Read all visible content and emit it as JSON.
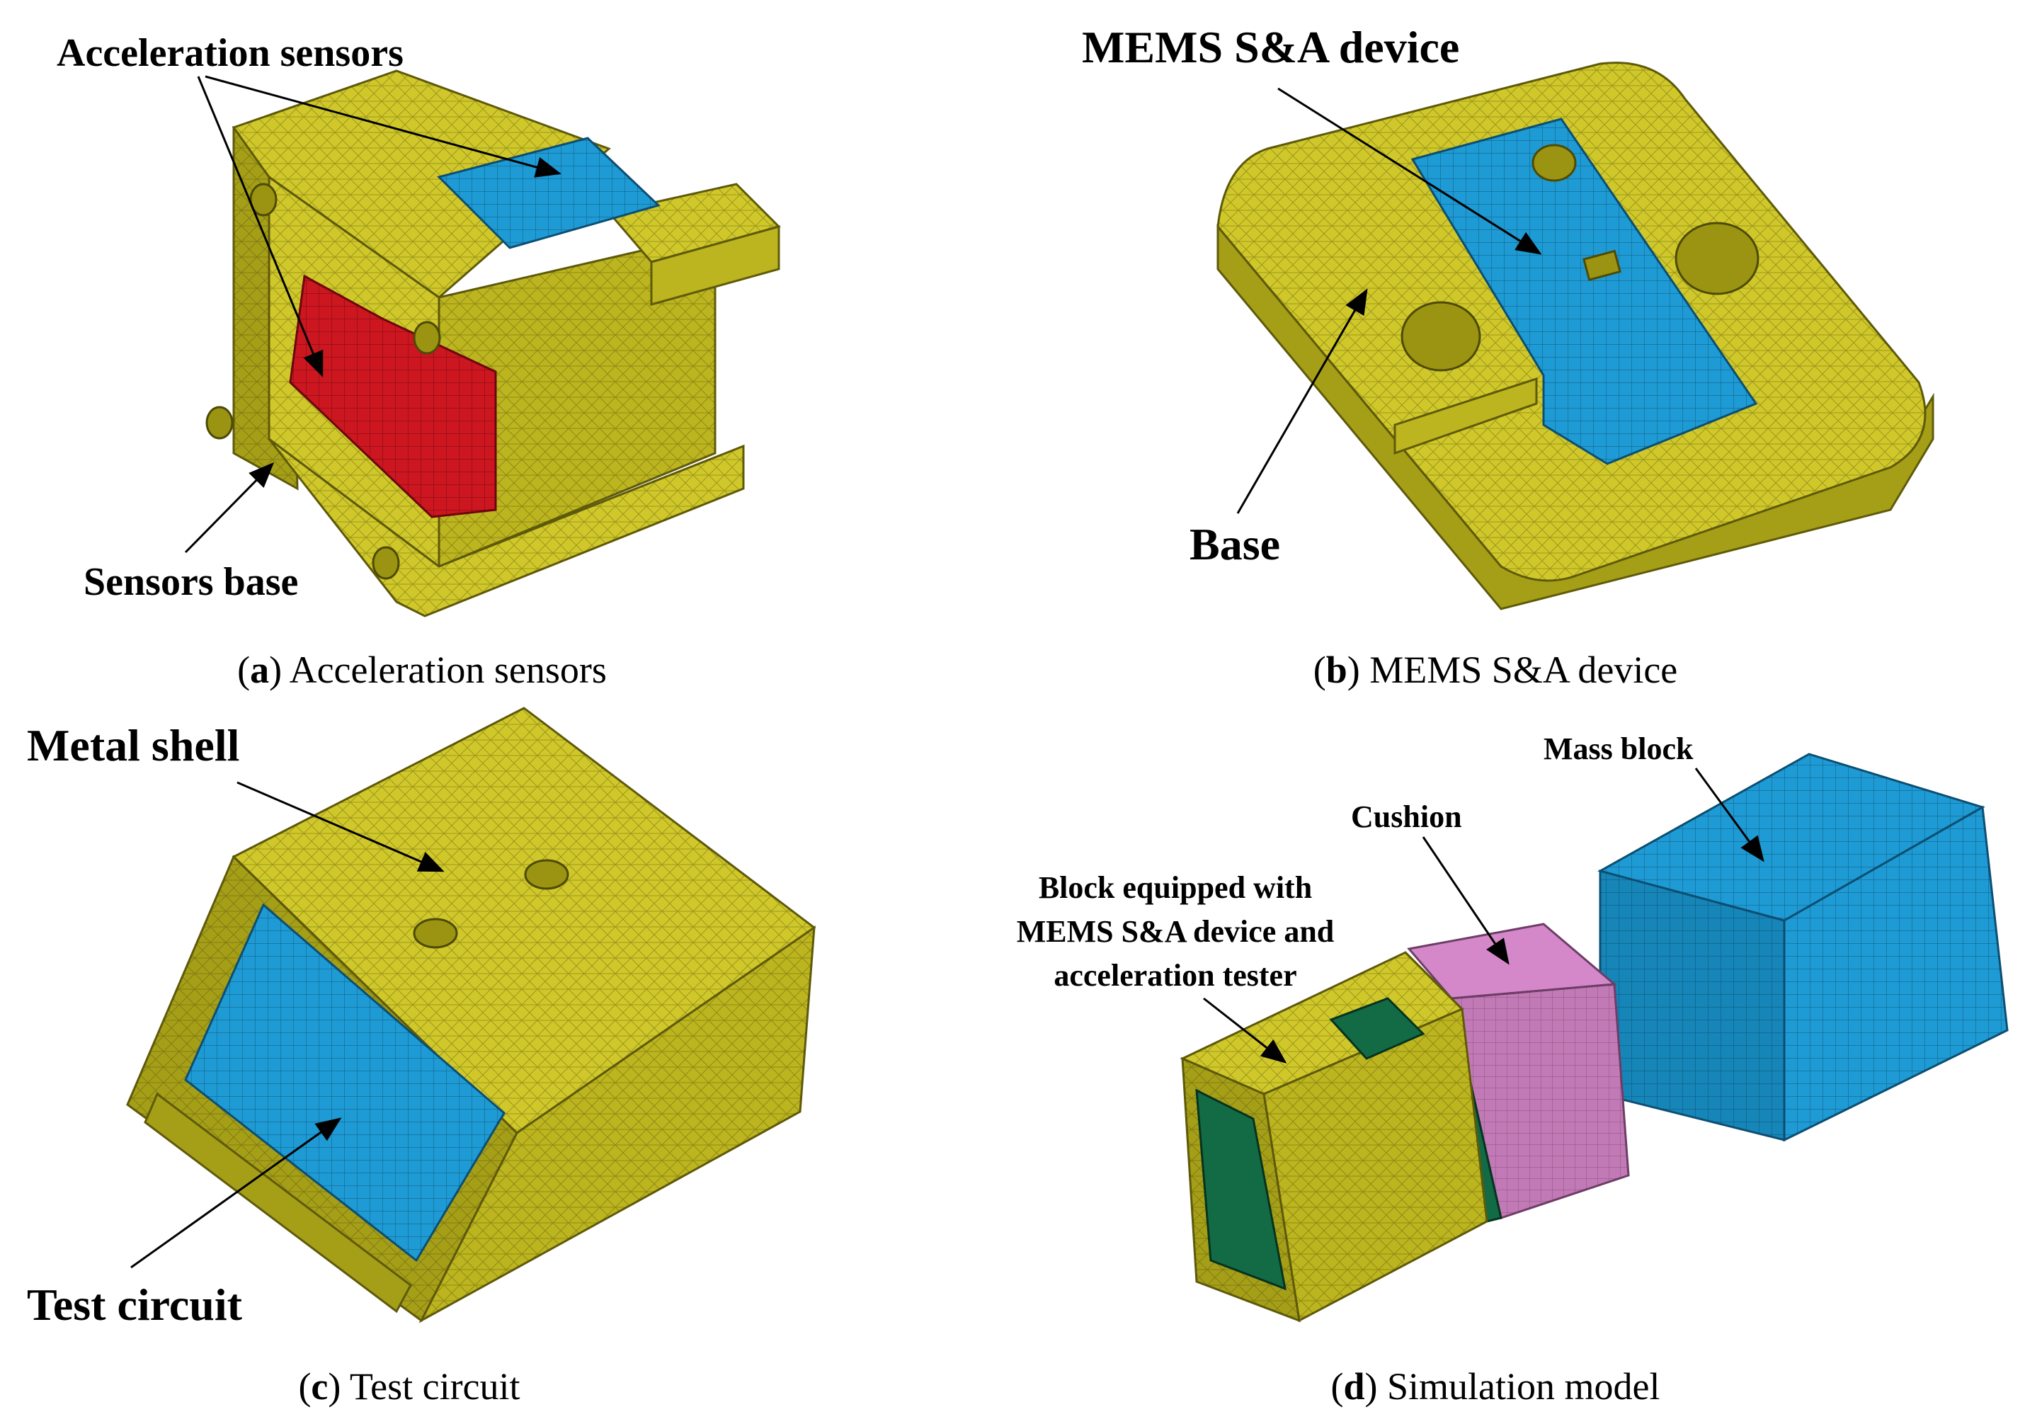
{
  "panels": {
    "a": {
      "labels": {
        "sensors": "Acceleration sensors",
        "base": "Sensors base"
      },
      "caption": {
        "letter": "a",
        "text": "Acceleration sensors"
      }
    },
    "b": {
      "labels": {
        "device": "MEMS S&A device",
        "base": "Base"
      },
      "caption": {
        "letter": "b",
        "text": "MEMS S&A device"
      }
    },
    "c": {
      "labels": {
        "shell": "Metal shell",
        "circuit": "Test circuit"
      },
      "caption": {
        "letter": "c",
        "text": "Test circuit"
      }
    },
    "d": {
      "labels": {
        "mass": "Mass block",
        "cushion": "Cushion",
        "block_line1": "Block equipped with",
        "block_line2": "MEMS S&A device and",
        "block_line3": "acceleration tester"
      },
      "caption": {
        "letter": "d",
        "text": "Simulation model"
      }
    }
  },
  "colors": {
    "mesh_yellow": "#bcb51f",
    "sensor_blue": "#1e9bd4",
    "sensor_red": "#cc1620",
    "layer_green": "#136b45",
    "cushion_pink": "#d488c9"
  }
}
